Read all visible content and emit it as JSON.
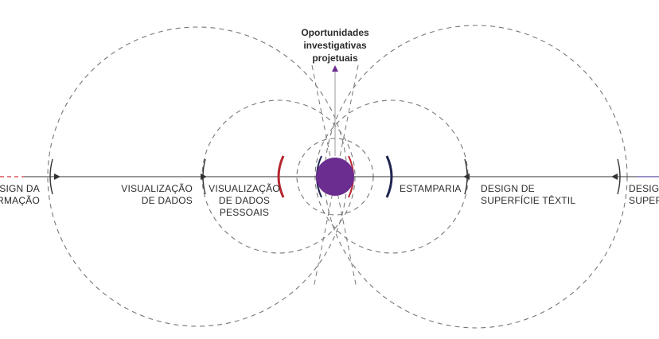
{
  "title_lines": [
    "Oportunidades",
    "investigativas",
    "projetuais"
  ],
  "left_labels": {
    "design_info": [
      "DESIGN DA",
      "INFORMAÇÃO"
    ],
    "visualizacao": [
      "VISUALIZAÇÃO",
      "DE DADOS"
    ],
    "visualizacao_pessoais": [
      "VISUALIZAÇÃO",
      "DE DADOS",
      "PESSOAIS"
    ]
  },
  "right_labels": {
    "estamparia": [
      "ESTAMPARIA"
    ],
    "design_superficie": [
      "DESIGN DE",
      "SUPERFÍCIE TÊXTIL"
    ],
    "design_superficie_edge": [
      "DESIGN DE",
      "SUPERFÍCIE"
    ]
  },
  "colors": {
    "center_circle": "#6b2d8f",
    "arc_red": "#b5262f",
    "arc_navy": "#1f2451",
    "axis": "#333333",
    "dashed": "#777777",
    "left_edge_dash": "#d6323a",
    "right_edge_line": "#5b4fa8"
  }
}
